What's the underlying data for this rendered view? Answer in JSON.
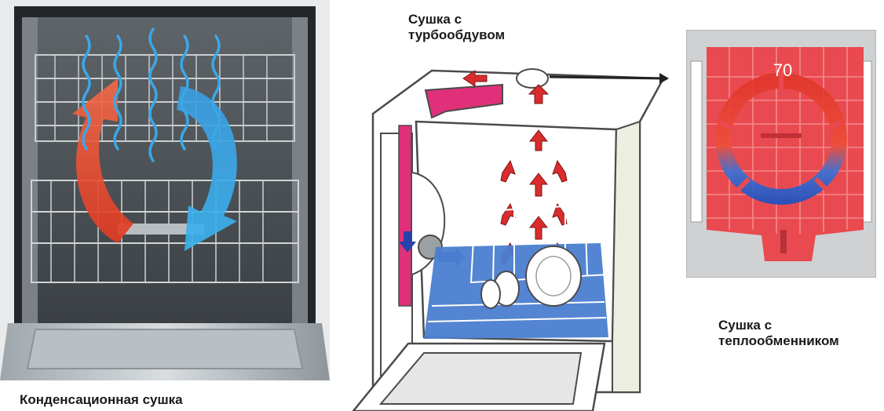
{
  "captions": {
    "condensation": "Конденсационная сушка",
    "turbo": "Сушка с\nтурбообдувом",
    "heat_exchanger": "Сушка с\nтеплообменником"
  },
  "heat_exchanger_panel": {
    "temperature": "70"
  },
  "colors": {
    "hot_arrow": "#e2452c",
    "cold_arrow": "#2a8fd6",
    "steam": "#3aa7e8",
    "turbo_air": "#d92c2c",
    "duct_pink": "#e0307a",
    "exchanger_red": "#e94a4f",
    "basket_blue": "#4a7ed0"
  }
}
